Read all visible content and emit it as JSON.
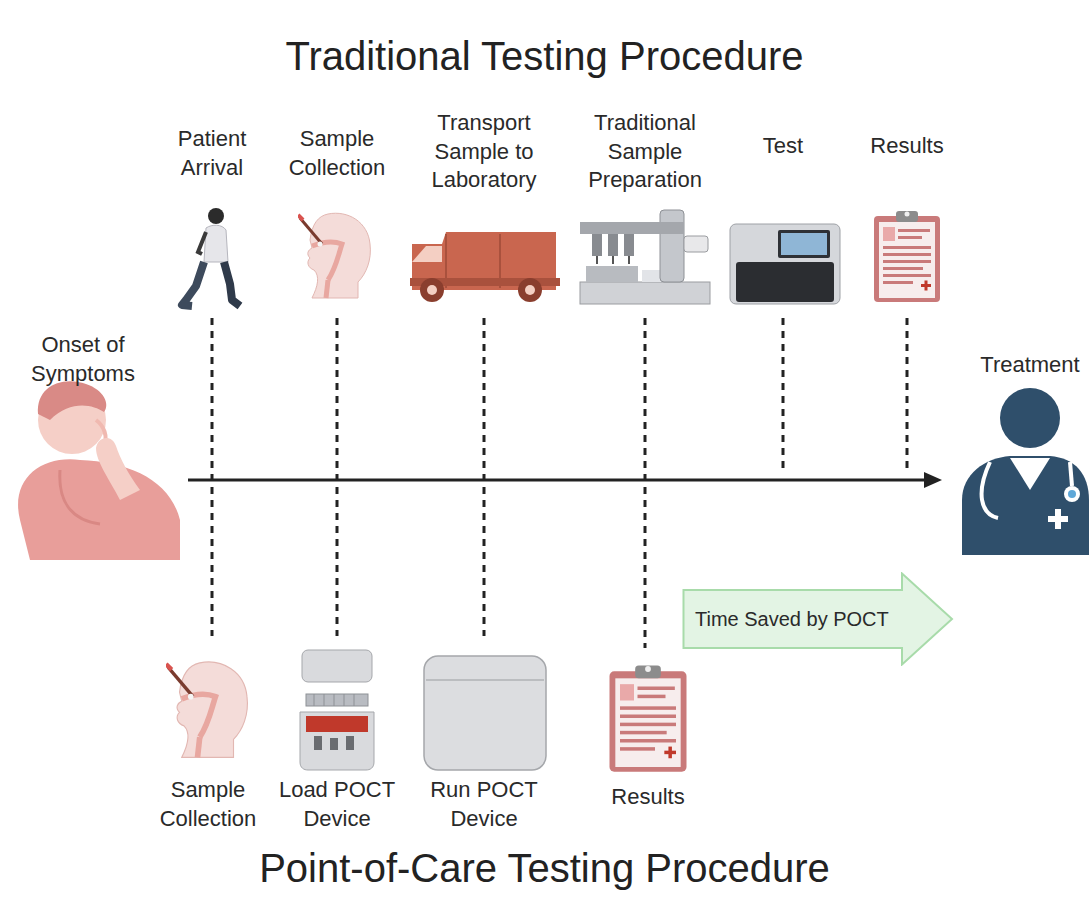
{
  "diagram": {
    "title": "Traditional Testing Procedure",
    "caption": "Point-of-Care Testing Procedure",
    "nodes": [
      {
        "text": [
          "Time Saved by POCT"
        ]
      }
    ],
    "labels": [
      "Patient Arrival",
      "Sample Collection",
      "Transport Sample to Laboratory",
      "Traditional Sample Preparation",
      "Test",
      "Results",
      "Onset of Symptoms",
      "Treatment",
      "Sample Collection",
      "Load POCT Device",
      "Run POCT Device",
      "Results"
    ]
  }
}
